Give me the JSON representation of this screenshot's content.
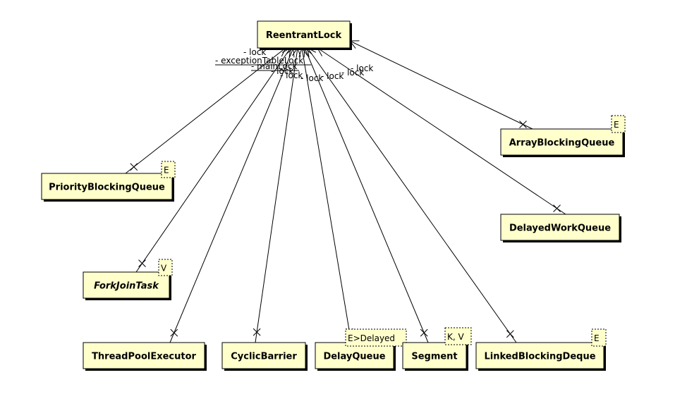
{
  "diagram": {
    "classes": [
      {
        "key": "reentrant",
        "name": "ReentrantLock"
      },
      {
        "key": "array_bq",
        "name": "ArrayBlockingQueue",
        "type_param": "E"
      },
      {
        "key": "priority_bq",
        "name": "PriorityBlockingQueue",
        "type_param": "E"
      },
      {
        "key": "delayed_wq",
        "name": "DelayedWorkQueue"
      },
      {
        "key": "forkjoin",
        "name": "ForkJoinTask",
        "type_param": "V",
        "abstract": true
      },
      {
        "key": "tpe",
        "name": "ThreadPoolExecutor"
      },
      {
        "key": "cyclic",
        "name": "CyclicBarrier"
      },
      {
        "key": "delayq",
        "name": "DelayQueue",
        "type_param": "E>Delayed"
      },
      {
        "key": "segment",
        "name": "Segment",
        "type_param": "K, V"
      },
      {
        "key": "lbd",
        "name": "LinkedBlockingDeque",
        "type_param": "E"
      }
    ],
    "associations": [
      {
        "from": "priority_bq",
        "role": "- lock"
      },
      {
        "from": "forkjoin",
        "role": "- exceptionTableLock"
      },
      {
        "from": "tpe",
        "role": "- mainLock"
      },
      {
        "from": "cyclic",
        "role": "- lock"
      },
      {
        "from": "delayq",
        "role": "- lock"
      },
      {
        "from": "segment",
        "role": "- lock"
      },
      {
        "from": "lbd",
        "role": "- lock"
      },
      {
        "from": "delayed_wq",
        "role": "- lock"
      },
      {
        "from": "array_bq",
        "role": "- lock"
      }
    ]
  }
}
